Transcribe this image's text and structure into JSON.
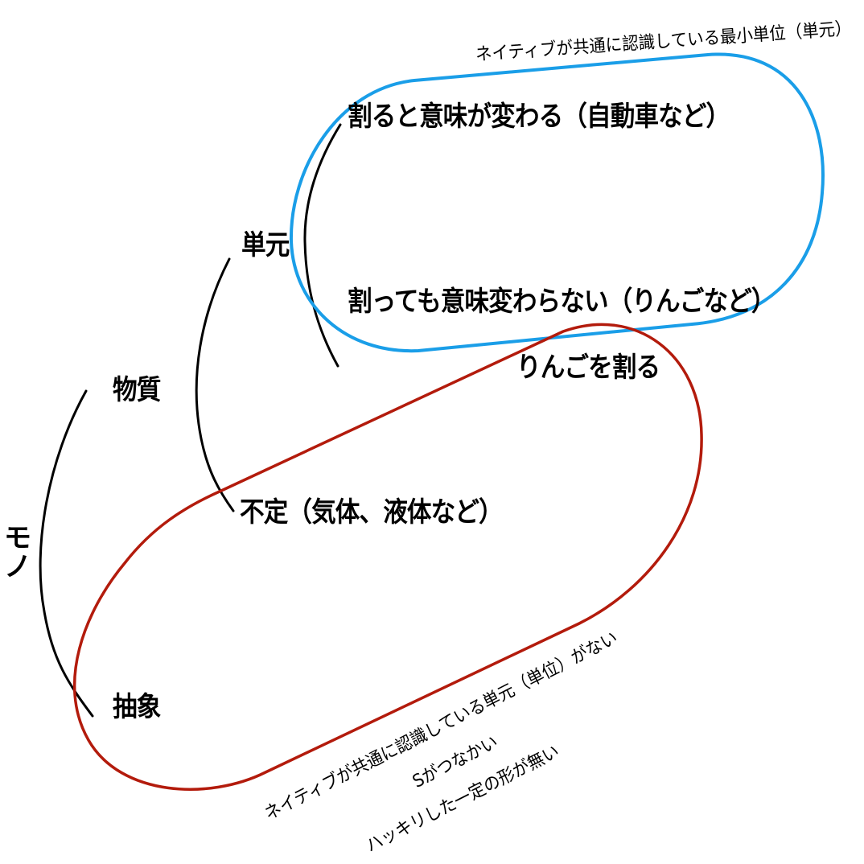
{
  "diagram": {
    "colors": {
      "background": "#ffffff",
      "text": "#000000",
      "bracket_lines": "#000000",
      "unit_loop": "#1a9ee8",
      "indefinite_loop": "#b31b0c"
    },
    "root": {
      "label_chars": [
        "モ",
        "ノ"
      ],
      "label": "モノ"
    },
    "level1": {
      "substance": "物質",
      "abstract": "抽象"
    },
    "level2": {
      "unit": "単元",
      "indefinite": "不定（気体、液体など）"
    },
    "level3": {
      "meaning_changes": "割ると意味が変わる（自動車など）",
      "meaning_unchanged": "割っても意味変わらない（りんごなど）"
    },
    "floating": {
      "split_apple": "りんごを割る"
    },
    "annotations": {
      "unit_loop_note": "ネイティブが共通に認識している最小単位（単元）",
      "indefinite_loop_notes": [
        "ネイティブが共通に認識している単元（単位）がない",
        "Sがつなかい",
        "ハッキリした一定の形が無い"
      ]
    }
  }
}
